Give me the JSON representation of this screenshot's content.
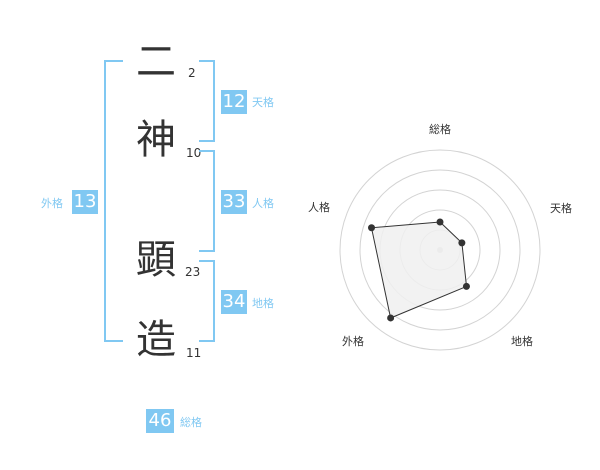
{
  "name": {
    "characters": [
      {
        "char": "二",
        "strokes": "2"
      },
      {
        "char": "神",
        "strokes": "10"
      },
      {
        "char": "顕",
        "strokes": "23"
      },
      {
        "char": "造",
        "strokes": "11"
      }
    ]
  },
  "fortunes": {
    "tenkaku": {
      "label": "天格",
      "value": "12"
    },
    "jinkaku": {
      "label": "人格",
      "value": "33"
    },
    "chikaku": {
      "label": "地格",
      "value": "34"
    },
    "gaikaku": {
      "label": "外格",
      "value": "13"
    },
    "soukaku": {
      "label": "総格",
      "value": "46"
    }
  },
  "chart_data": {
    "type": "radar",
    "categories": [
      "総格",
      "天格",
      "地格",
      "外格",
      "人格"
    ],
    "values": [
      1.4,
      1.15,
      2.25,
      4.2,
      3.6
    ],
    "rmax": 5,
    "rings": 5,
    "colors": {
      "ring_stroke": "#d3d3d3",
      "fill": "#f0f0f0",
      "line": "#333333",
      "point": "#333333",
      "center": "#cccccc"
    }
  },
  "colors": {
    "accent": "#80c8f2",
    "text": "#333333"
  }
}
